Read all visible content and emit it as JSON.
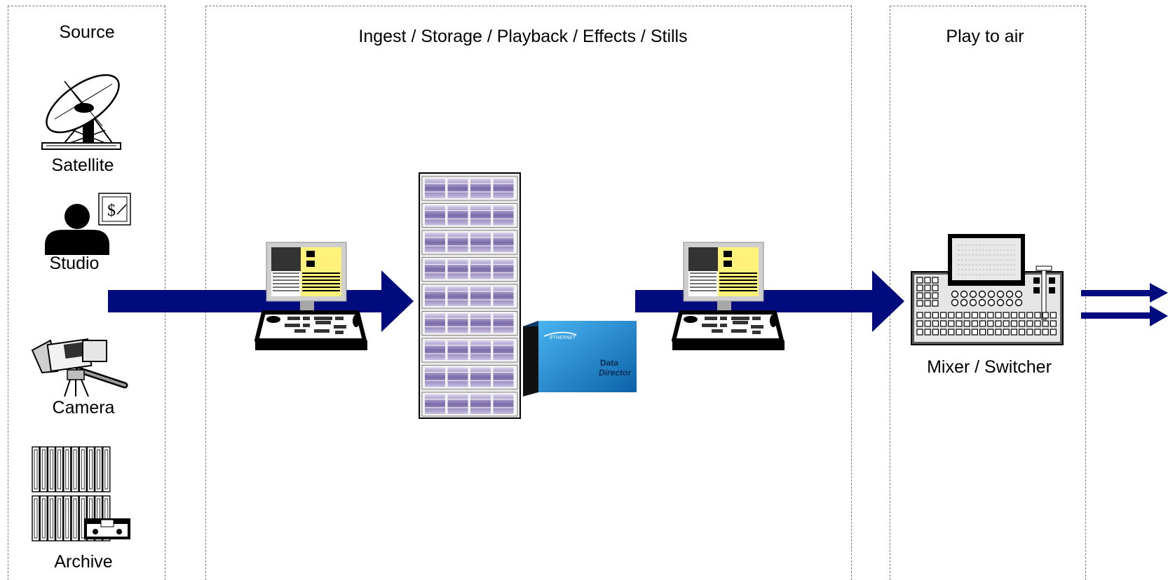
{
  "lanes": {
    "source": "Source",
    "ingest": "Ingest / Storage / Playback / Effects / Stills",
    "play": "Play to air"
  },
  "sources": {
    "satellite": "Satellite",
    "studio": "Studio",
    "camera": "Camera",
    "archive": "Archive"
  },
  "output": {
    "mixer": "Mixer / Switcher"
  },
  "device_badge": {
    "line1": "Data",
    "line2": "Director"
  },
  "colors": {
    "arrow": "#000b7e",
    "lane_border": "#7a7a7a",
    "screen_yellow": "#fff27a",
    "device_blue": "#1f8fd6"
  }
}
